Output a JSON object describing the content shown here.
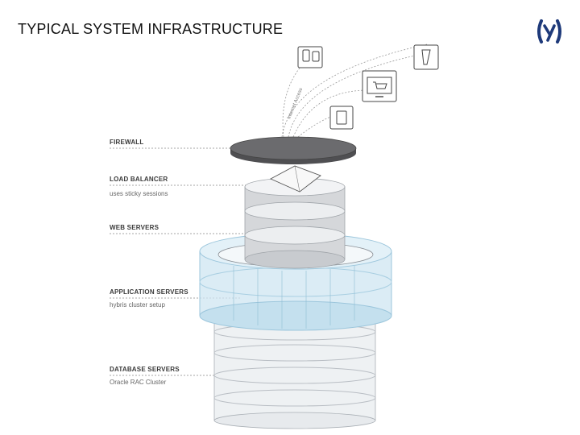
{
  "title": "TYPICAL SYSTEM INFRASTRUCTURE",
  "logo": {
    "glyph": "(y)",
    "color": "#1e3a7a"
  },
  "channel_label": "Internet Access",
  "layers": [
    {
      "label": "FIREWALL",
      "sub": ""
    },
    {
      "label": "LOAD BALANCER",
      "sub": "uses sticky sessions"
    },
    {
      "label": "WEB SERVERS",
      "sub": ""
    },
    {
      "label": "APPLICATION SERVERS",
      "sub": "hybris cluster setup"
    },
    {
      "label": "DATABASE SERVERS",
      "sub": "Oracle RAC Cluster"
    }
  ],
  "devices": [
    "mobile-phones-icon",
    "kiosk-icon",
    "shopping-cart-monitor-icon",
    "tablet-icon"
  ],
  "colors": {
    "firewall": "#6b6b6e",
    "server_band": "#d5d7da",
    "cluster_glass": "#cfe6f2",
    "cluster_stroke": "#9cc6dc"
  }
}
